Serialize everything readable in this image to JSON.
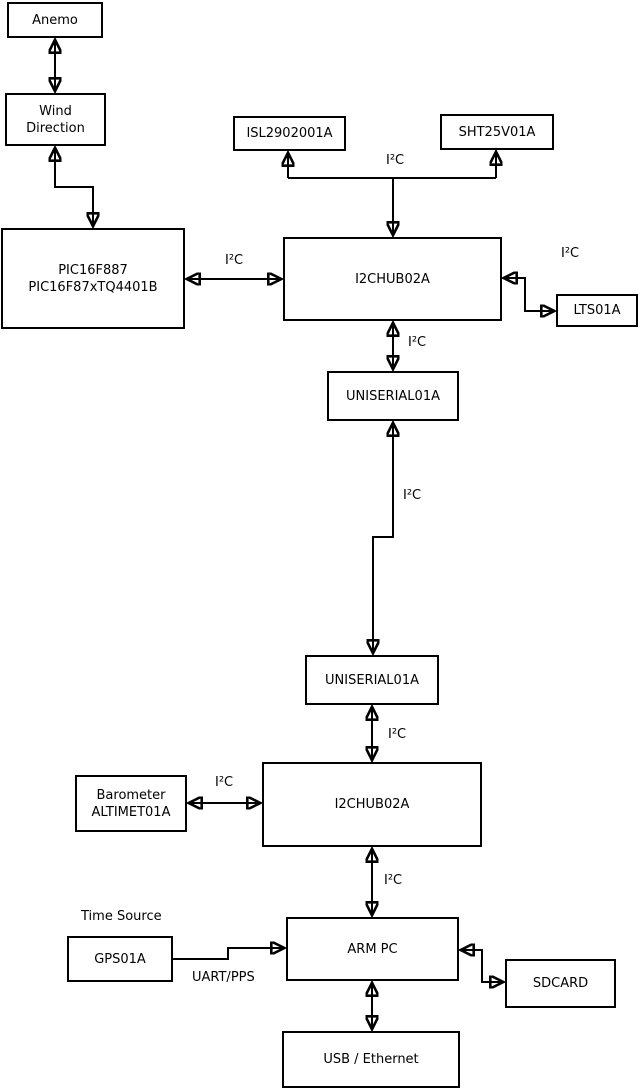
{
  "nodes": {
    "anemo": {
      "label": "Anemo"
    },
    "wind_direction": {
      "label": "Wind\nDirection"
    },
    "pic": {
      "label": "PIC16F887\nPIC16F87xTQ4401B"
    },
    "isl2902001a": {
      "label": "ISL2902001A"
    },
    "sht25v01a": {
      "label": "SHT25V01A"
    },
    "i2chub_1": {
      "label": "I2CHUB02A"
    },
    "lts01a": {
      "label": "LTS01A"
    },
    "uniserial_1": {
      "label": "UNISERIAL01A"
    },
    "uniserial_2": {
      "label": "UNISERIAL01A"
    },
    "i2chub_2": {
      "label": "I2CHUB02A"
    },
    "barometer": {
      "label": "Barometer\nALTIMET01A"
    },
    "gps01a": {
      "label": "GPS01A"
    },
    "arm_pc": {
      "label": "ARM PC"
    },
    "sdcard": {
      "label": "SDCARD"
    },
    "usb_ethernet": {
      "label": "USB / Ethernet"
    }
  },
  "edge_labels": {
    "hub1_sensors": "I²C",
    "pic_hub1": "I²C",
    "hub1_lts": "I²C",
    "hub1_uniserial1": "I²C",
    "uniserial1_uniserial2": "I²C",
    "uniserial2_hub2": "I²C",
    "barometer_hub2": "I²C",
    "hub2_armpc": "I²C",
    "gps_armpc": "UART/PPS"
  },
  "annotations": {
    "time_source": "Time Source"
  },
  "colors": {
    "line": "#000000",
    "background": "#ffffff",
    "node_fill": "#ffffff",
    "text": "#000000"
  }
}
